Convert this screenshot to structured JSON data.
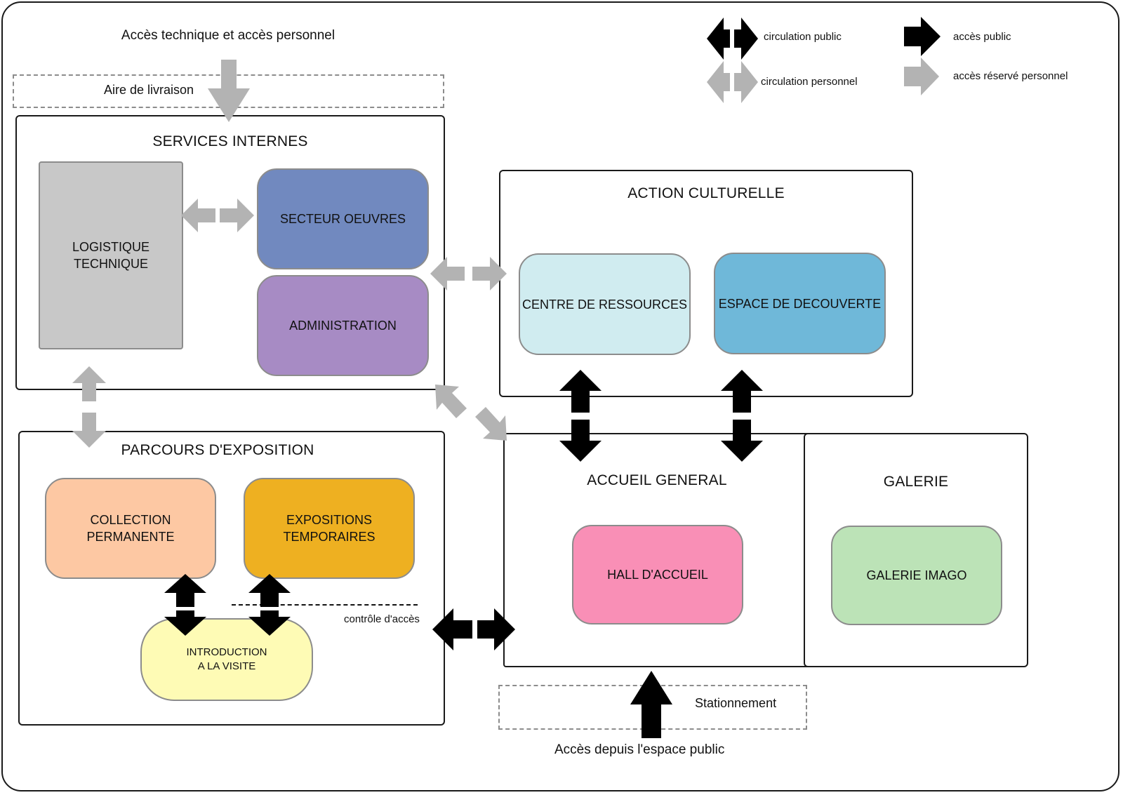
{
  "top_access_label": "Accès technique et accès personnel",
  "delivery_area_label": "Aire de livraison",
  "parking_label": "Stationnement",
  "public_access_label": "Accès depuis l'espace public",
  "access_control_label": "contrôle d'accès",
  "legend": {
    "public_circulation": "circulation public",
    "staff_circulation": "circulation personnel",
    "public_access": "accès public",
    "staff_access": "accès réservé personnel"
  },
  "sections": {
    "internal_services": {
      "title": "SERVICES INTERNES",
      "logistics_line1": "LOGISTIQUE",
      "logistics_line2": "TECHNIQUE",
      "works_sector": "SECTEUR OEUVRES",
      "administration": "ADMINISTRATION"
    },
    "cultural_action": {
      "title": "ACTION CULTURELLE",
      "resource_center": "CENTRE DE RESSOURCES",
      "discovery_space": "ESPACE DE DECOUVERTE"
    },
    "exhibition_path": {
      "title": "PARCOURS D'EXPOSITION",
      "permanent_line1": "COLLECTION",
      "permanent_line2": "PERMANENTE",
      "temporary_line1": "EXPOSITIONS",
      "temporary_line2": "TEMPORAIRES",
      "intro_line1": "INTRODUCTION",
      "intro_line2": "A LA VISITE"
    },
    "general_reception": {
      "title": "ACCUEIL GENERAL",
      "hall": "HALL D'ACCUEIL"
    },
    "gallery": {
      "title": "GALERIE",
      "imago": "GALERIE IMAGO"
    }
  },
  "colors": {
    "works_sector": "#7189bf",
    "administration": "#a78bc4",
    "logistics": "#c8c8c8",
    "resource_center": "#d0ecf0",
    "discovery_space": "#6fb8d9",
    "permanent": "#fdc8a3",
    "temporary": "#eeb021",
    "intro": "#fefbb5",
    "hall": "#f98fb6",
    "imago": "#bce3b7",
    "staff_arrow": "#b3b3b3",
    "public_arrow": "#000000"
  }
}
